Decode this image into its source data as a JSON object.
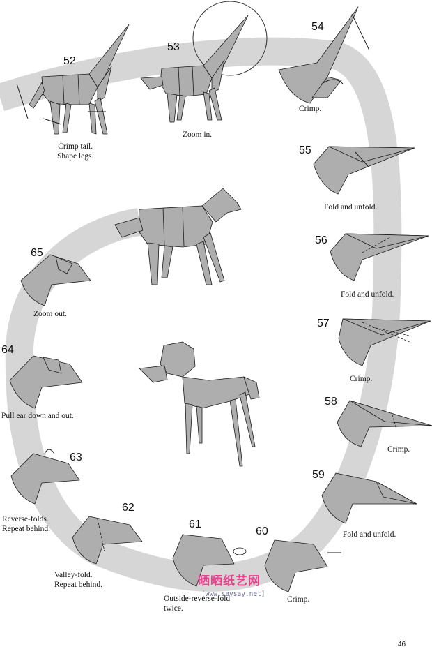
{
  "steps": [
    {
      "number": "52",
      "caption": "Crimp tail.\nShape legs."
    },
    {
      "number": "53",
      "caption": "Zoom in."
    },
    {
      "number": "54",
      "caption": "Crimp."
    },
    {
      "number": "55",
      "caption": "Fold and unfold."
    },
    {
      "number": "56",
      "caption": "Fold and unfold."
    },
    {
      "number": "57",
      "caption": "Crimp."
    },
    {
      "number": "58",
      "caption": "Crimp."
    },
    {
      "number": "59",
      "caption": "Fold and unfold."
    },
    {
      "number": "60",
      "caption": "Crimp."
    },
    {
      "number": "61",
      "caption": "Outside-reverse-fold\ntwice."
    },
    {
      "number": "62",
      "caption": "Valley-fold.\nRepeat behind."
    },
    {
      "number": "63",
      "caption": "Reverse-folds.\nRepeat behind."
    },
    {
      "number": "64",
      "caption": "Pull ear down and out."
    },
    {
      "number": "65",
      "caption": "Zoom out."
    }
  ],
  "watermark": {
    "site_cn": "晒晒纸艺网",
    "url": "[www.saysay.net]"
  },
  "page_number": "46",
  "colors": {
    "paper": "#aeaeae",
    "path": "#d6d6d6",
    "line": "#1a1a1a",
    "watermark": "#e8418c"
  }
}
